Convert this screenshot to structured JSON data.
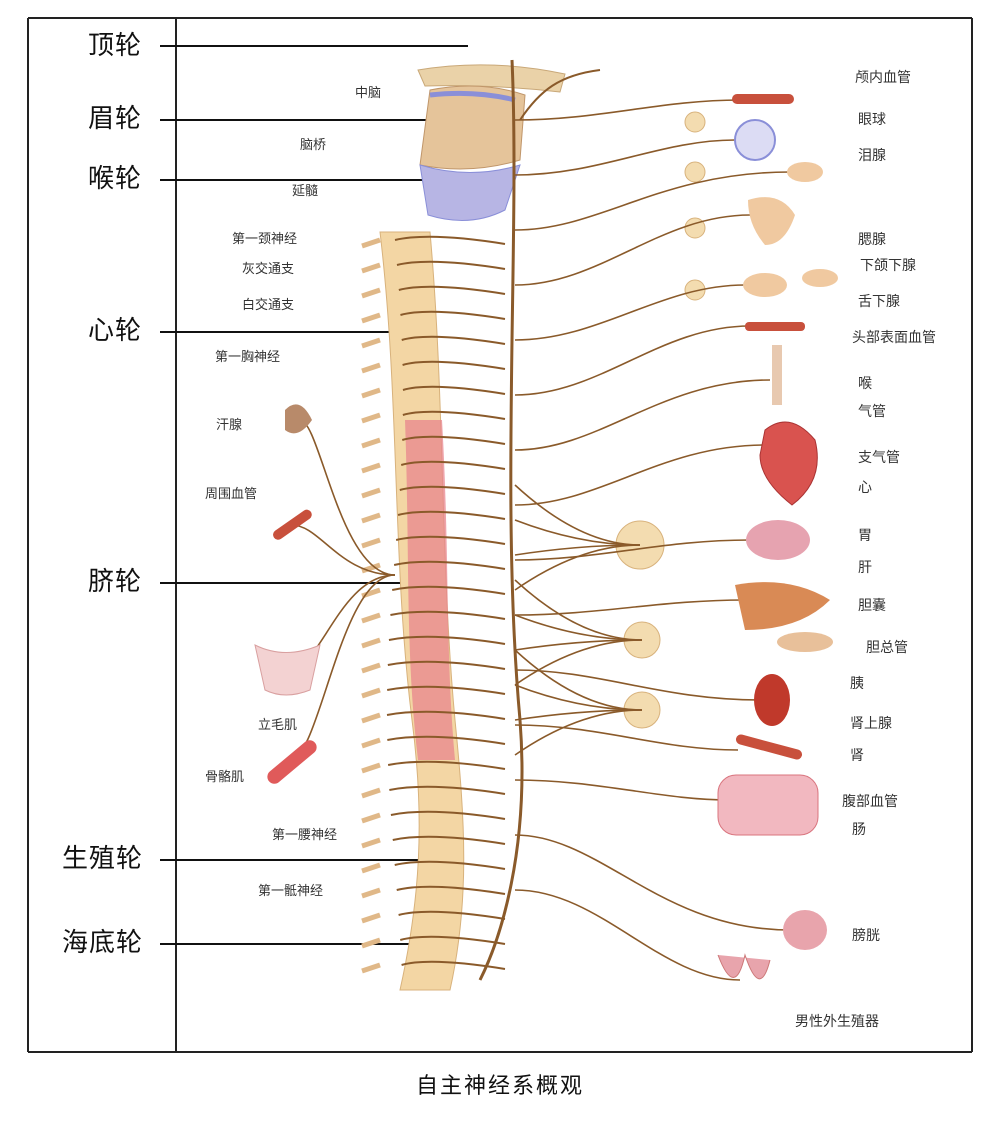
{
  "chakras": [
    "顶轮",
    "眉轮",
    "喉轮",
    "心轮",
    "脐轮",
    "生殖轮",
    "海底轮"
  ],
  "left_labels": [
    "中脑",
    "脑桥",
    "延髓",
    "第一颈神经",
    "灰交通支",
    "白交通支",
    "第一胸神经",
    "汗腺",
    "周围血管",
    "立毛肌",
    "骨骼肌",
    "第一腰神经",
    "第一骶神经"
  ],
  "right_labels": [
    "颅内血管",
    "眼球",
    "泪腺",
    "腮腺",
    "下颌下腺",
    "舌下腺",
    "头部表面血管",
    "喉",
    "气管",
    "支气管",
    "心",
    "胃",
    "肝",
    "胆囊",
    "胆总管",
    "胰",
    "肾上腺",
    "肾",
    "腹部血管",
    "肠",
    "膀胱",
    "男性外生殖器"
  ],
  "caption": "自主神经系概观",
  "colors": {
    "nerve": "#8a5a2a",
    "spine": "#f3d6a4",
    "cord": "#e8868e",
    "organ": "#d9534f",
    "blue": "#8a8fd8"
  }
}
